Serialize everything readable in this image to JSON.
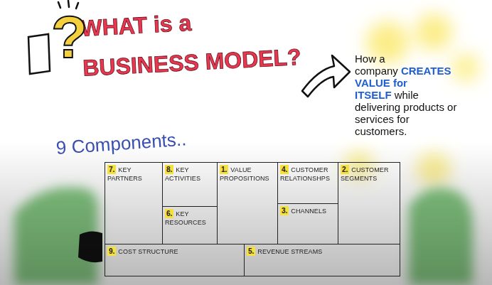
{
  "diagram": {
    "title": "WHAT is a BUSINESS MODEL?",
    "nodes": [
      {
        "text": [
          "7.",
          "KEY PARTNERS"
        ]
      },
      {
        "text": [
          "8.",
          "KEY ACTIVITIES"
        ]
      },
      {
        "text": [
          "1.",
          "VALUE PROPOSITIONS"
        ]
      },
      {
        "text": [
          "4.",
          "CUSTOMER RELATIONSHPS"
        ]
      },
      {
        "text": [
          "2.",
          "CUSTOMER SEGMENTS"
        ]
      },
      {
        "text": [
          "6.",
          "KEY RESOURCES"
        ]
      },
      {
        "text": [
          "3.",
          "CHANNELS"
        ]
      },
      {
        "text": [
          "9.",
          "COST STRUCTURE"
        ]
      },
      {
        "text": [
          "5.",
          "REVENUE STREAMS"
        ]
      }
    ],
    "labels": [
      "?",
      "How a company",
      "CREATES VALUE for ITSELF",
      "while delivering products or services for customers.",
      "9 Components.."
    ]
  }
}
